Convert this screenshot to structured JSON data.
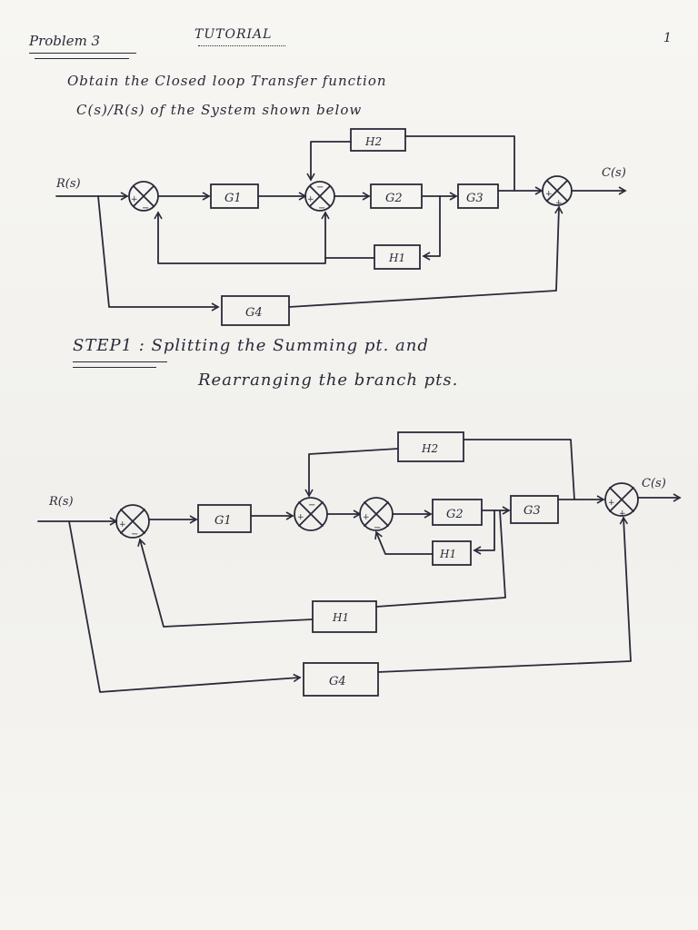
{
  "header": {
    "problem_label": "Problem 3",
    "section_label": "TUTORIAL",
    "page_number": "1"
  },
  "question": {
    "line1": "Obtain the Closed loop Transfer function",
    "line2": "C(s)/R(s) of the System shown below"
  },
  "step1": {
    "heading": "STEP1 : Splitting the Summing pt. and",
    "heading_cont": "Rearranging the branch pts."
  },
  "diagram1": {
    "input_label": "R(s)",
    "output_label": "C(s)",
    "blocks": {
      "g1": "G1",
      "g2": "G2",
      "g3": "G3",
      "g4": "G4",
      "h1": "H1",
      "h2": "H2"
    }
  },
  "diagram2": {
    "input_label": "R(s)",
    "output_label": "C(s)",
    "blocks": {
      "g1": "G1",
      "g2": "G2",
      "g3": "G3",
      "g4": "G4",
      "h1_inner": "H1",
      "h1_outer": "H1",
      "h2": "H2"
    }
  }
}
